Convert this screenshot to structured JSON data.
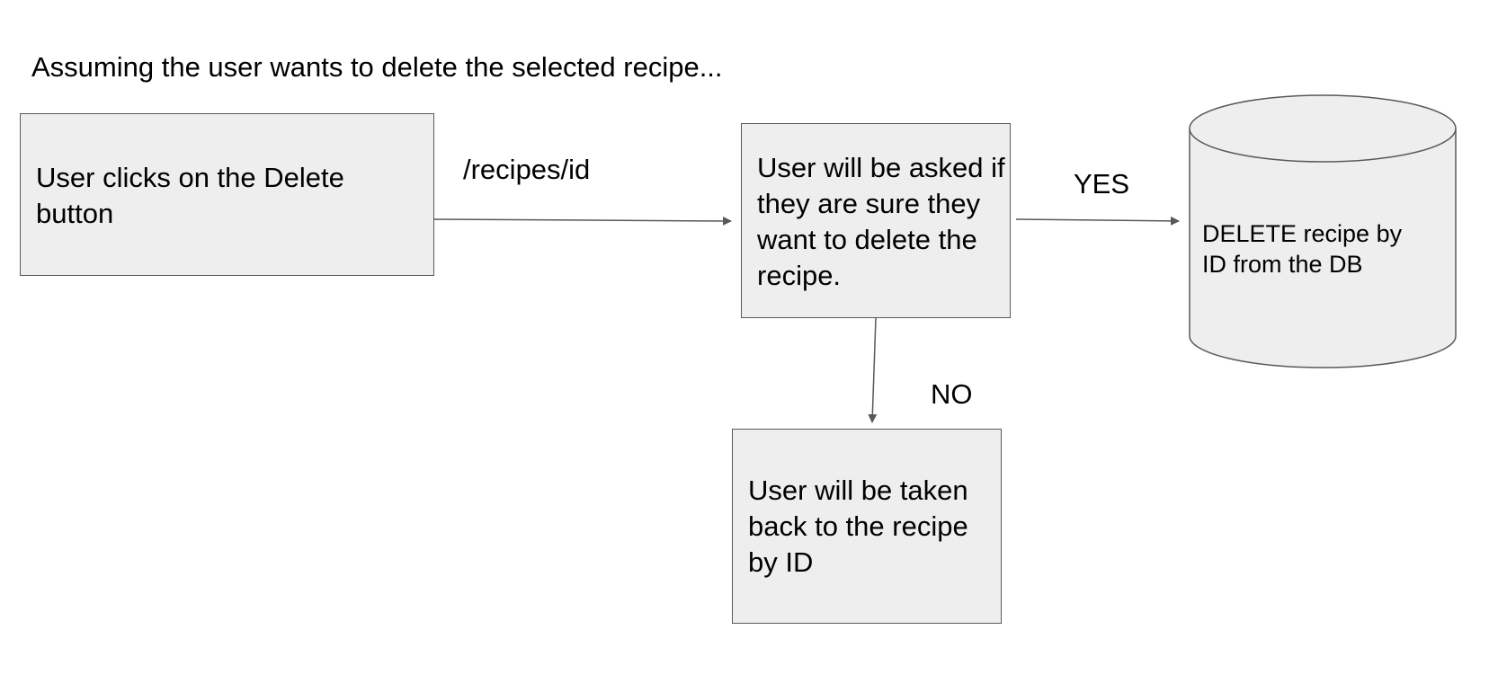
{
  "diagram": {
    "heading": "Assuming the user wants to delete the selected recipe...",
    "nodes": {
      "click_delete": "User clicks on the Delete button",
      "confirm_prompt": "User will be asked if they are sure they want to delete the recipe.",
      "delete_db": "DELETE recipe by ID from the DB",
      "back_to_recipe": "User will be taken back to the recipe by ID"
    },
    "edges": {
      "route_label": "/recipes/id",
      "yes_label": "YES",
      "no_label": "NO"
    }
  }
}
